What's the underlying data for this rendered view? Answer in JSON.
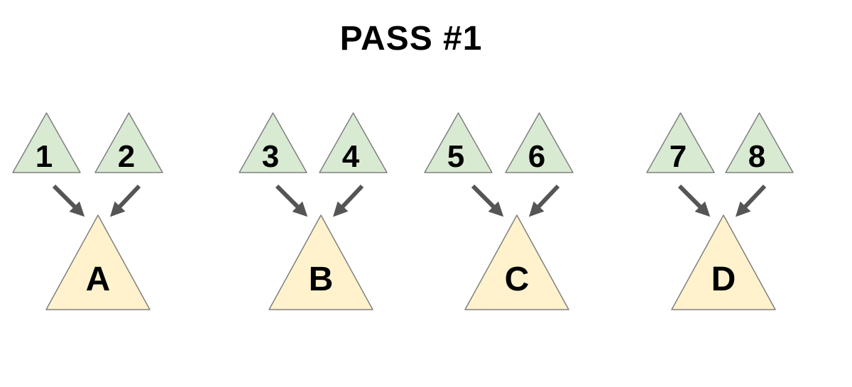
{
  "title": "PASS #1",
  "colors": {
    "background": "#ffffff",
    "small_triangle_fill": "#d9ead3",
    "large_triangle_fill": "#fff2cc",
    "triangle_stroke": "#808080",
    "arrow": "#555555",
    "text": "#000000"
  },
  "groups": [
    {
      "inputs": [
        "1",
        "2"
      ],
      "output": "A"
    },
    {
      "inputs": [
        "3",
        "4"
      ],
      "output": "B"
    },
    {
      "inputs": [
        "5",
        "6"
      ],
      "output": "C"
    },
    {
      "inputs": [
        "7",
        "8"
      ],
      "output": "D"
    }
  ]
}
